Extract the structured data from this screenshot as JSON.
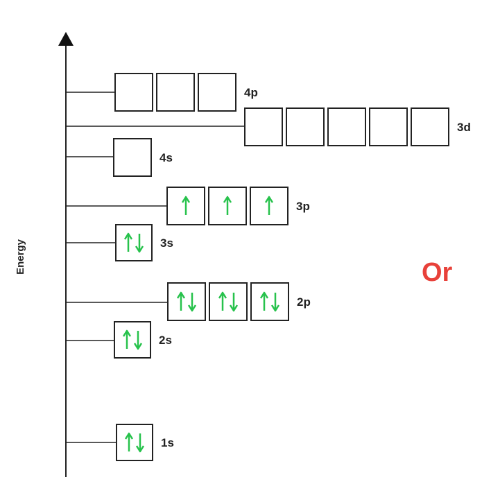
{
  "axis": {
    "label": "Energy"
  },
  "or_text": "Or",
  "colors": {
    "arrow": "#27c24c",
    "line": "#222222",
    "box_border": "#222222",
    "or": "#e8413a"
  },
  "orbitals": [
    {
      "label": "4p",
      "electrons": [
        "",
        "",
        ""
      ]
    },
    {
      "label": "3d",
      "electrons": [
        "",
        "",
        "",
        "",
        ""
      ]
    },
    {
      "label": "4s",
      "electrons": [
        ""
      ]
    },
    {
      "label": "3p",
      "electrons": [
        "up",
        "up",
        "up"
      ]
    },
    {
      "label": "3s",
      "electrons": [
        "updown"
      ]
    },
    {
      "label": "2p",
      "electrons": [
        "updown",
        "updown",
        "updown"
      ]
    },
    {
      "label": "2s",
      "electrons": [
        "updown"
      ]
    },
    {
      "label": "1s",
      "electrons": [
        "updown"
      ]
    }
  ]
}
